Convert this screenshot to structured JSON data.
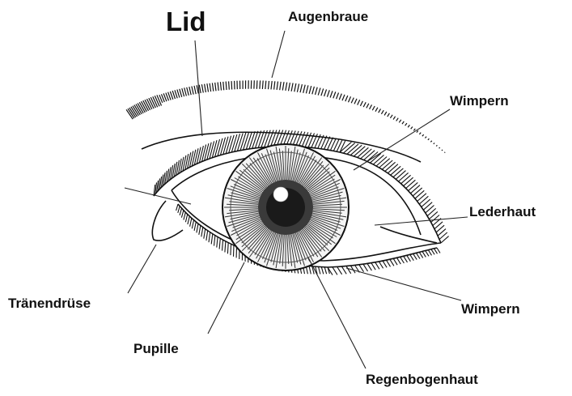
{
  "diagram": {
    "labels": {
      "lid": "Lid",
      "augenbraue": "Augenbraue",
      "wimpern_top": "Wimpern",
      "lederhaut": "Lederhaut",
      "traenendruese": "Tränendrüse",
      "wimpern_bottom": "Wimpern",
      "pupille": "Pupille",
      "regenbogenhaut": "Regenbogenhaut"
    },
    "colors": {
      "ink": "#111111",
      "iris_dark": "#3a3a3a",
      "pupil": "#1a1a1a",
      "background": "#ffffff"
    }
  }
}
